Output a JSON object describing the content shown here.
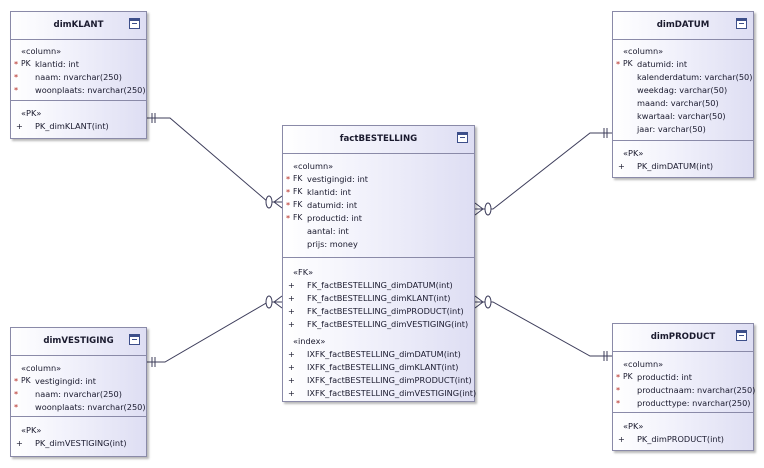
{
  "entities": {
    "dimKLANT": {
      "title": "dimKLANT",
      "sections": [
        {
          "stereotype": "«column»",
          "rows": [
            {
              "marker": "*",
              "key": "PK",
              "text": "klantid: int"
            },
            {
              "marker": "*",
              "key": "",
              "text": "naam: nvarchar(250)"
            },
            {
              "marker": "*",
              "key": "",
              "text": "woonplaats: nvarchar(250)"
            }
          ]
        },
        {
          "stereotype": "«PK»",
          "rows": [
            {
              "marker": "+",
              "key": "",
              "text": "PK_dimKLANT(int)"
            }
          ]
        }
      ]
    },
    "dimDATUM": {
      "title": "dimDATUM",
      "sections": [
        {
          "stereotype": "«column»",
          "rows": [
            {
              "marker": "*",
              "key": "PK",
              "text": "datumid: int"
            },
            {
              "marker": "",
              "key": "",
              "text": "kalenderdatum: varchar(50)"
            },
            {
              "marker": "",
              "key": "",
              "text": "weekdag: varchar(50)"
            },
            {
              "marker": "",
              "key": "",
              "text": "maand: varchar(50)"
            },
            {
              "marker": "",
              "key": "",
              "text": "kwartaal: varchar(50)"
            },
            {
              "marker": "",
              "key": "",
              "text": "jaar: varchar(50)"
            }
          ]
        },
        {
          "stereotype": "«PK»",
          "rows": [
            {
              "marker": "+",
              "key": "",
              "text": "PK_dimDATUM(int)"
            }
          ]
        }
      ]
    },
    "factBESTELLING": {
      "title": "factBESTELLING",
      "sections": [
        {
          "stereotype": "«column»",
          "rows": [
            {
              "marker": "*",
              "key": "FK",
              "text": "vestigingid: int"
            },
            {
              "marker": "*",
              "key": "FK",
              "text": "klantid: int"
            },
            {
              "marker": "*",
              "key": "FK",
              "text": "datumid: int"
            },
            {
              "marker": "*",
              "key": "FK",
              "text": "productid: int"
            },
            {
              "marker": "",
              "key": "",
              "text": "aantal: int"
            },
            {
              "marker": "",
              "key": "",
              "text": "prijs: money"
            }
          ]
        },
        {
          "stereotype": "«FK»",
          "rows": [
            {
              "marker": "+",
              "key": "",
              "text": "FK_factBESTELLING_dimDATUM(int)"
            },
            {
              "marker": "+",
              "key": "",
              "text": "FK_factBESTELLING_dimKLANT(int)"
            },
            {
              "marker": "+",
              "key": "",
              "text": "FK_factBESTELLING_dimPRODUCT(int)"
            },
            {
              "marker": "+",
              "key": "",
              "text": "FK_factBESTELLING_dimVESTIGING(int)"
            }
          ],
          "stereotype2": "«index»",
          "rows2": [
            {
              "marker": "+",
              "key": "",
              "text": "IXFK_factBESTELLING_dimDATUM(int)"
            },
            {
              "marker": "+",
              "key": "",
              "text": "IXFK_factBESTELLING_dimKLANT(int)"
            },
            {
              "marker": "+",
              "key": "",
              "text": "IXFK_factBESTELLING_dimPRODUCT(int)"
            },
            {
              "marker": "+",
              "key": "",
              "text": "IXFK_factBESTELLING_dimVESTIGING(int)"
            }
          ]
        }
      ]
    },
    "dimVESTIGING": {
      "title": "dimVESTIGING",
      "sections": [
        {
          "stereotype": "«column»",
          "rows": [
            {
              "marker": "*",
              "key": "PK",
              "text": "vestigingid: int"
            },
            {
              "marker": "*",
              "key": "",
              "text": "naam: nvarchar(250)"
            },
            {
              "marker": "*",
              "key": "",
              "text": "woonplaats: nvarchar(250)"
            }
          ]
        },
        {
          "stereotype": "«PK»",
          "rows": [
            {
              "marker": "+",
              "key": "",
              "text": "PK_dimVESTIGING(int)"
            }
          ]
        }
      ]
    },
    "dimPRODUCT": {
      "title": "dimPRODUCT",
      "sections": [
        {
          "stereotype": "«column»",
          "rows": [
            {
              "marker": "*",
              "key": "PK",
              "text": "productid: int"
            },
            {
              "marker": "*",
              "key": "",
              "text": "productnaam: nvarchar(250)"
            },
            {
              "marker": "*",
              "key": "",
              "text": "producttype: nvarchar(250)"
            }
          ]
        },
        {
          "stereotype": "«PK»",
          "rows": [
            {
              "marker": "+",
              "key": "",
              "text": "PK_dimPRODUCT(int)"
            }
          ]
        }
      ]
    }
  },
  "relationships": [
    {
      "from": "dimKLANT",
      "to": "factBESTELLING",
      "cardinality": "one-to-many"
    },
    {
      "from": "dimDATUM",
      "to": "factBESTELLING",
      "cardinality": "one-to-many"
    },
    {
      "from": "dimVESTIGING",
      "to": "factBESTELLING",
      "cardinality": "one-to-many"
    },
    {
      "from": "dimPRODUCT",
      "to": "factBESTELLING",
      "cardinality": "one-to-many"
    }
  ],
  "icons": {
    "entity_header": "table-icon"
  },
  "colors": {
    "line": "#3c3c5a",
    "border": "#8a8aa8",
    "required_marker": "#b3261e",
    "gradient_end": "#dedef3"
  }
}
